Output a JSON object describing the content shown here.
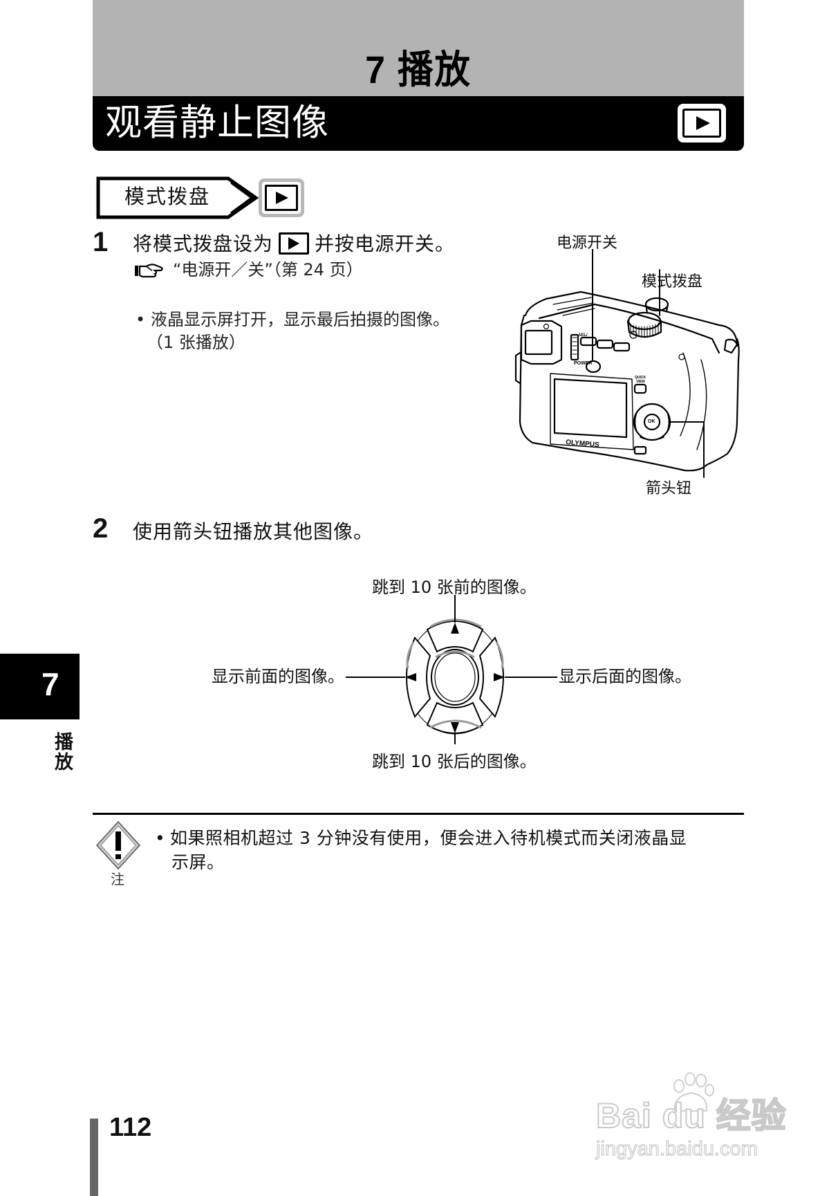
{
  "header": {
    "chapter_title": "7 播放",
    "section_title": "观看静止图像",
    "section_icon": "playback-icon"
  },
  "mode_tag": {
    "label": "模式拨盘",
    "icon": "playback-icon"
  },
  "step1": {
    "number": "1",
    "text_before_icon": "将模式拨盘设为",
    "text_after_icon": "并按电源开关。",
    "reference_icon": "pointing-hand-icon",
    "reference": "“电源开／关”（第 24 页）",
    "bullet": "•",
    "bullet_line1": "液晶显示屏打开，显示最后拍摄的图像。",
    "bullet_line2": "（1 张播放）"
  },
  "camera_figure": {
    "callout_power": "电源开关",
    "callout_mode_dial": "模式拨盘",
    "callout_arrow_pad": "箭头钮",
    "labels": {
      "brand": "OLYMPUS",
      "power": "POWER",
      "ael": "AEL/",
      "quick_view_1": "QUICK",
      "quick_view_2": "VIEW",
      "ok": "OK"
    }
  },
  "step2": {
    "number": "2",
    "text": "使用箭头钮播放其他图像。"
  },
  "arrow_pad": {
    "up": "跳到 10 张前的图像。",
    "down": "跳到 10 张后的图像。",
    "left": "显示前面的图像。",
    "right": "显示后面的图像。"
  },
  "side_tab": {
    "number": "7",
    "label": "播放"
  },
  "note": {
    "icon": "warning-icon",
    "label": "注",
    "bullet": "•",
    "line1": "如果照相机超过  3  分钟没有使用，便会进入待机模式而关闭液晶显",
    "line2": "示屏。"
  },
  "footer": {
    "page_number": "112",
    "watermark_main": "Bai  du 经验",
    "watermark_sub": "jingyan.baidu.com"
  }
}
